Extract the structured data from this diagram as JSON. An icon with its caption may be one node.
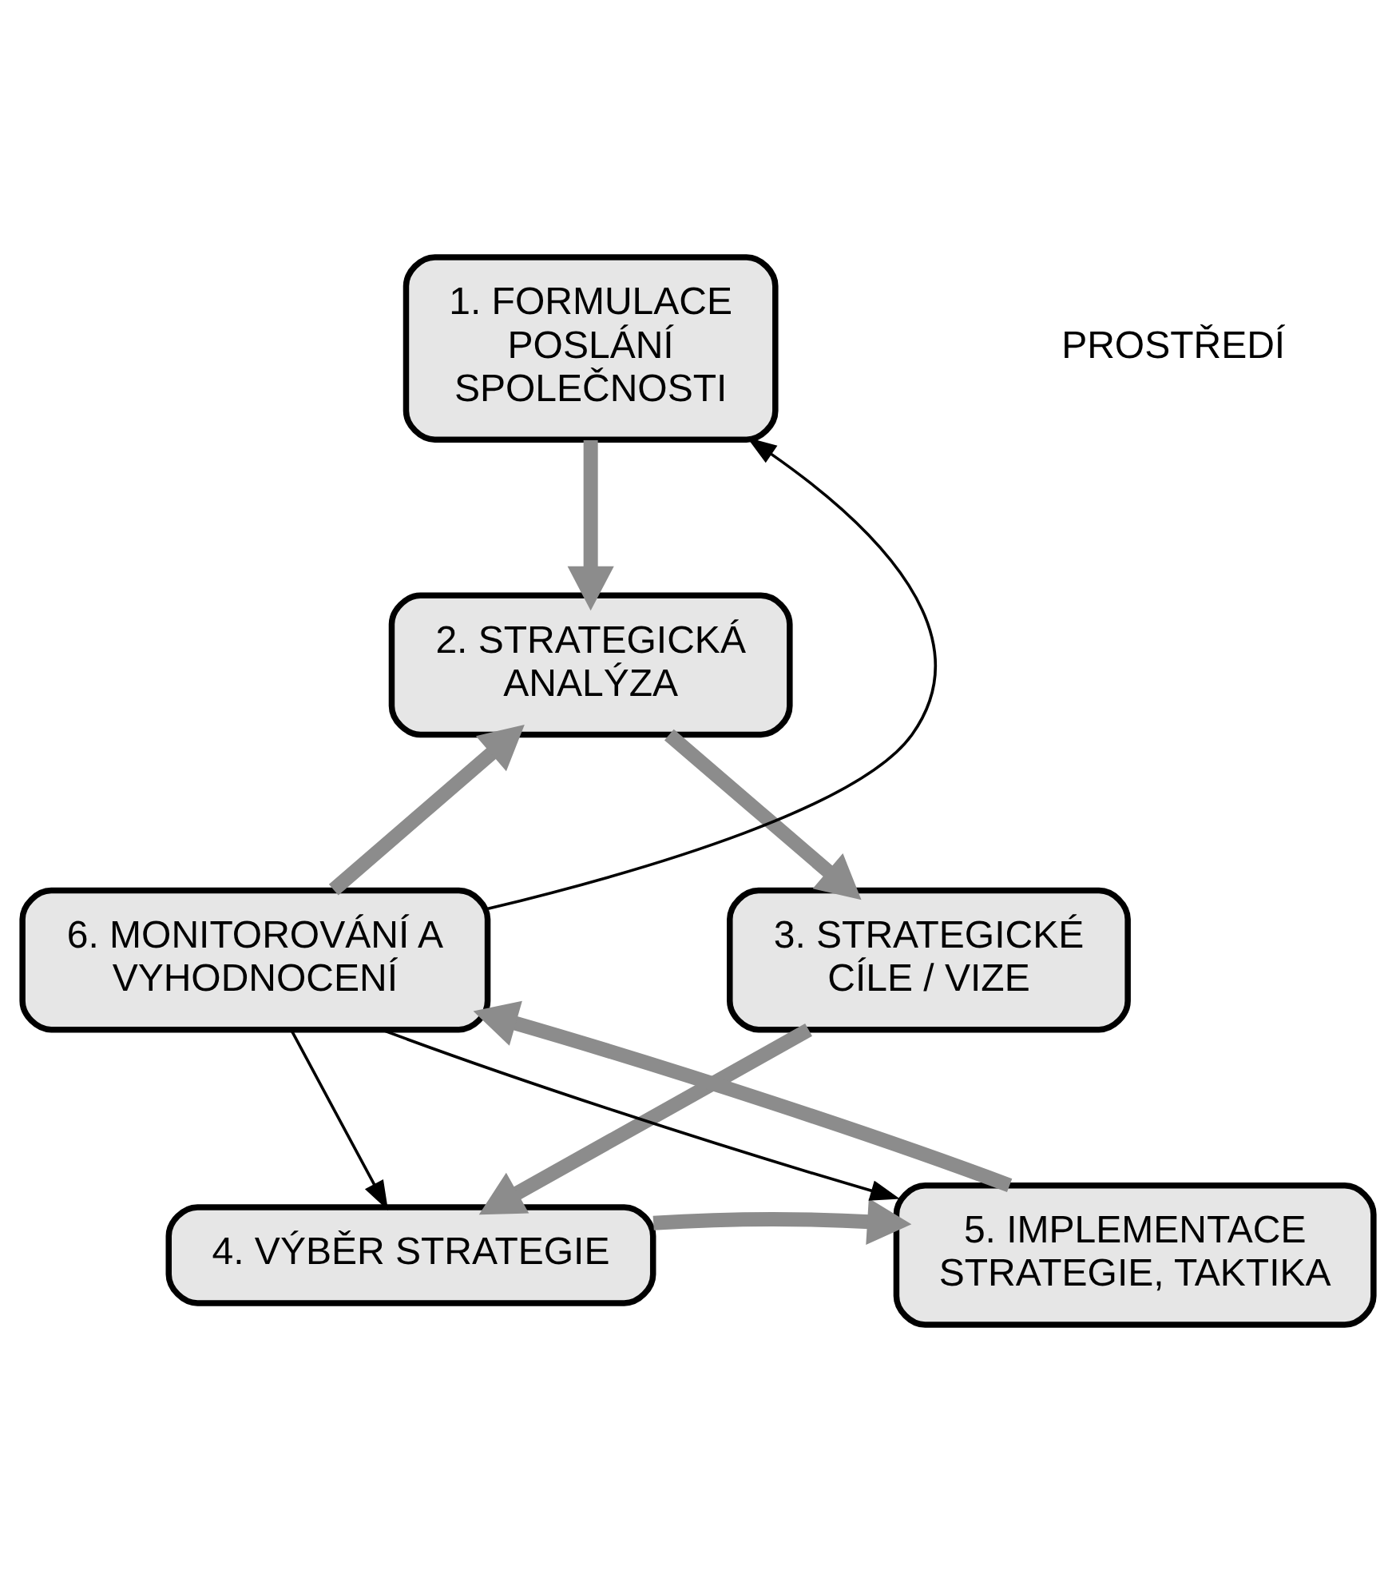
{
  "diagram": {
    "nodes": [
      {
        "text": [
          "1. FORMULACE POSLÁNÍ SPOLEČNOSTI"
        ]
      },
      {
        "text": [
          "2. STRATEGICKÁ ANALÝZA"
        ]
      },
      {
        "text": [
          "3. STRATEGICKÉ CÍLE / VIZE"
        ]
      },
      {
        "text": [
          "4. VÝBĚR STRATEGIE"
        ]
      },
      {
        "text": [
          "5. IMPLEMENTACE STRATEGIE, TAKTIKA"
        ]
      },
      {
        "text": [
          "6. MONITOROVÁNÍ A VYHODNOCENÍ"
        ]
      }
    ],
    "edges": [
      {
        "from": 0,
        "to": 1,
        "arrow": "to"
      },
      {
        "from": 1,
        "to": 2,
        "arrow": "to"
      },
      {
        "from": 2,
        "to": 3,
        "arrow": "to"
      },
      {
        "from": 3,
        "to": 4,
        "arrow": "to"
      },
      {
        "from": 4,
        "to": 5,
        "arrow": "to"
      },
      {
        "from": 5,
        "to": 1,
        "arrow": "to"
      },
      {
        "from": 5,
        "to": 0,
        "arrow": "to",
        "color": "#000000"
      },
      {
        "from": 5,
        "to": 3,
        "arrow": "to",
        "color": "#000000"
      },
      {
        "from": 5,
        "to": 4,
        "arrow": "to",
        "color": "#000000"
      }
    ],
    "labels": [
      "PROSTŘEDÍ"
    ]
  }
}
